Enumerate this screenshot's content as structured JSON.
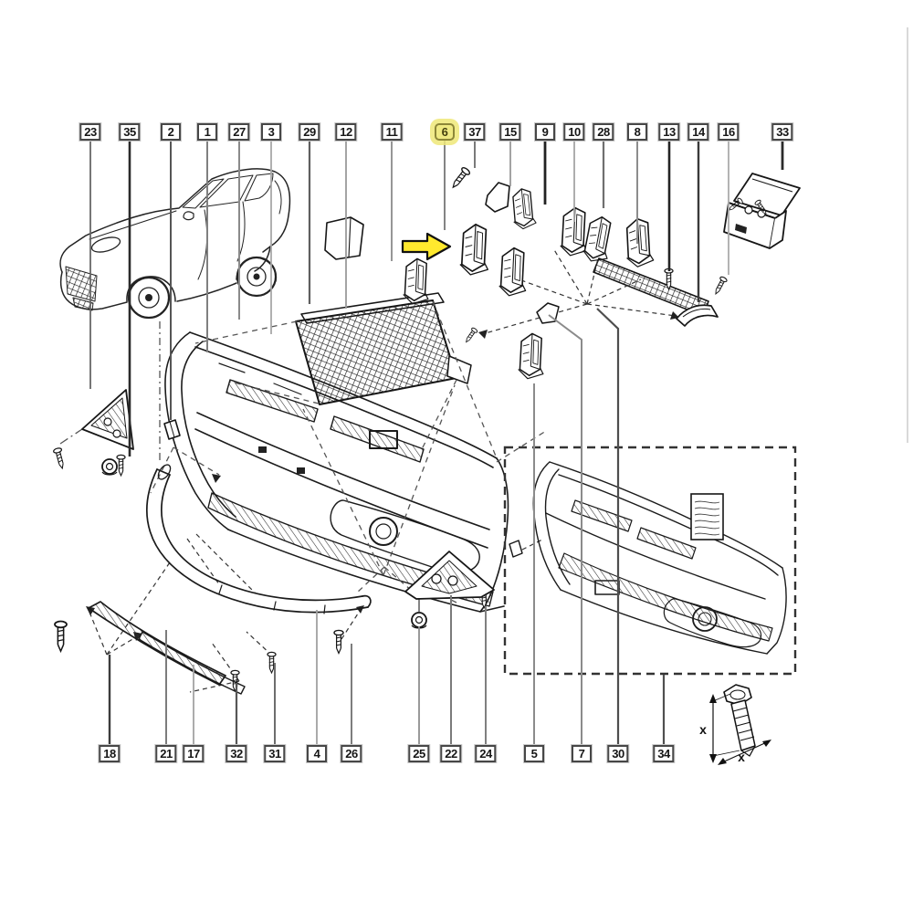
{
  "diagram": {
    "kind": "exploded-parts-diagram",
    "line_color": "#1c1c1c",
    "leader_color": "#8a8a8a",
    "highlight_box_color": "#efe982",
    "highlight_arrow_color": "#ffe92e",
    "highlighted_part": "6"
  },
  "callouts": {
    "top": [
      "23",
      "35",
      "2",
      "1",
      "27",
      "3",
      "29",
      "12",
      "11",
      "6",
      "37",
      "15",
      "9",
      "10",
      "28",
      "8",
      "13",
      "14",
      "16",
      "33"
    ],
    "bottom": [
      "18",
      "21",
      "17",
      "32",
      "31",
      "4",
      "26",
      "25",
      "22",
      "24",
      "5",
      "7",
      "30",
      "34"
    ]
  },
  "dimension_diagram": {
    "labels": [
      "x",
      "x"
    ]
  }
}
